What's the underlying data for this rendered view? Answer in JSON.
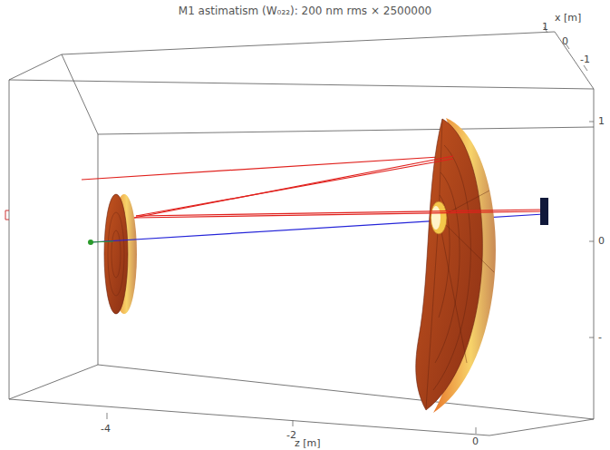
{
  "diagram": {
    "title": "M1 astimatism (W₀₂₂): 200 nm rms × 2500000",
    "labels": [
      "x [m]",
      "1",
      "0",
      "-1",
      "1",
      "0",
      "-",
      "-4",
      "-2",
      "0",
      "z [m]"
    ]
  }
}
